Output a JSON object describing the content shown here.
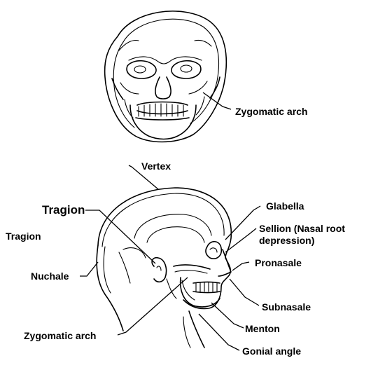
{
  "labels": {
    "zygomatic_arch_top": "Zygomatic arch",
    "vertex": "Vertex",
    "tragion_large": "Tragion",
    "tragion_small": "Tragion",
    "glabella": "Glabella",
    "sellion_line1": "Sellion (Nasal root",
    "sellion_line2": "depression)",
    "pronasale": "Pronasale",
    "nuchale": "Nuchale",
    "subnasale": "Subnasale",
    "zygomatic_arch_bottom": "Zygomatic arch",
    "menton": "Menton",
    "gonial_angle": "Gonial angle"
  },
  "icons": {
    "front_skull": "skull-front-view-drawing",
    "side_skull": "skull-profile-view-drawing"
  }
}
